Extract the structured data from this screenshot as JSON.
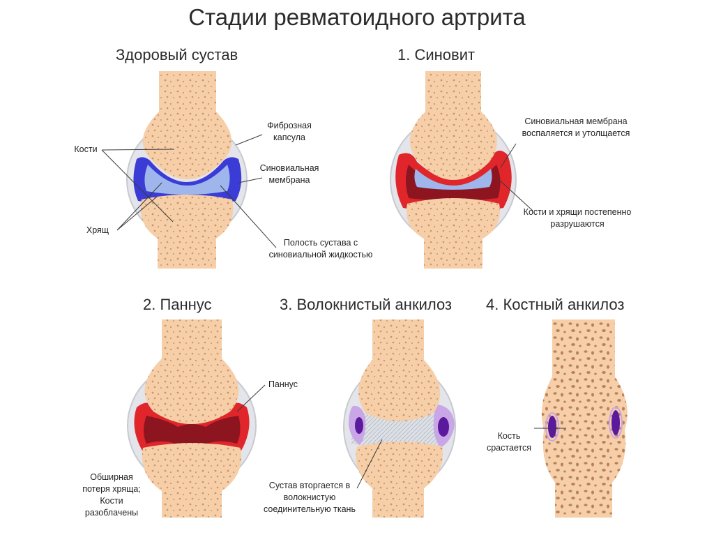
{
  "title": "Стадии ревматоидного артрита",
  "colors": {
    "bone": "#f6cfa9",
    "bone_pores": "#c9946c",
    "capsule": "#e3e5ea",
    "capsule_edge": "#c7cad1",
    "synovium_healthy": "#3b3bd6",
    "synovium_light": "#9fb6ec",
    "inflamed": "#e0262b",
    "inflamed_dark": "#8c1520",
    "fibrous": "#d9dde3",
    "purple": "#5b1a9e",
    "purple_light": "#c9a6e6"
  },
  "panels": {
    "healthy": {
      "title": "Здоровый сустав",
      "labels": {
        "capsule": "Фиброзная капсула",
        "bones": "Кости",
        "synovial_membrane": "Синовиальная мембрана",
        "cartilage": "Хрящ",
        "cavity": "Полость сустава с синовиальной жидкостью"
      }
    },
    "synovitis": {
      "title": "1. Синовит",
      "labels": {
        "inflamed": "Синовиальная мембрана воспаляется и утолщается",
        "destroyed": "Кости и хрящи постепенно разрушаются"
      }
    },
    "pannus": {
      "title": "2. Паннус",
      "labels": {
        "pannus": "Паннус",
        "loss": "Обширная потеря хряща; Кости разоблачены"
      }
    },
    "fibrous": {
      "title": "3. Волокнистый анкилоз",
      "labels": {
        "invades": "Сустав вторгается в волокнистую соединительную ткань"
      }
    },
    "bony": {
      "title": "4. Костный анкилоз",
      "labels": {
        "fuses": "Кость срастается"
      }
    }
  }
}
